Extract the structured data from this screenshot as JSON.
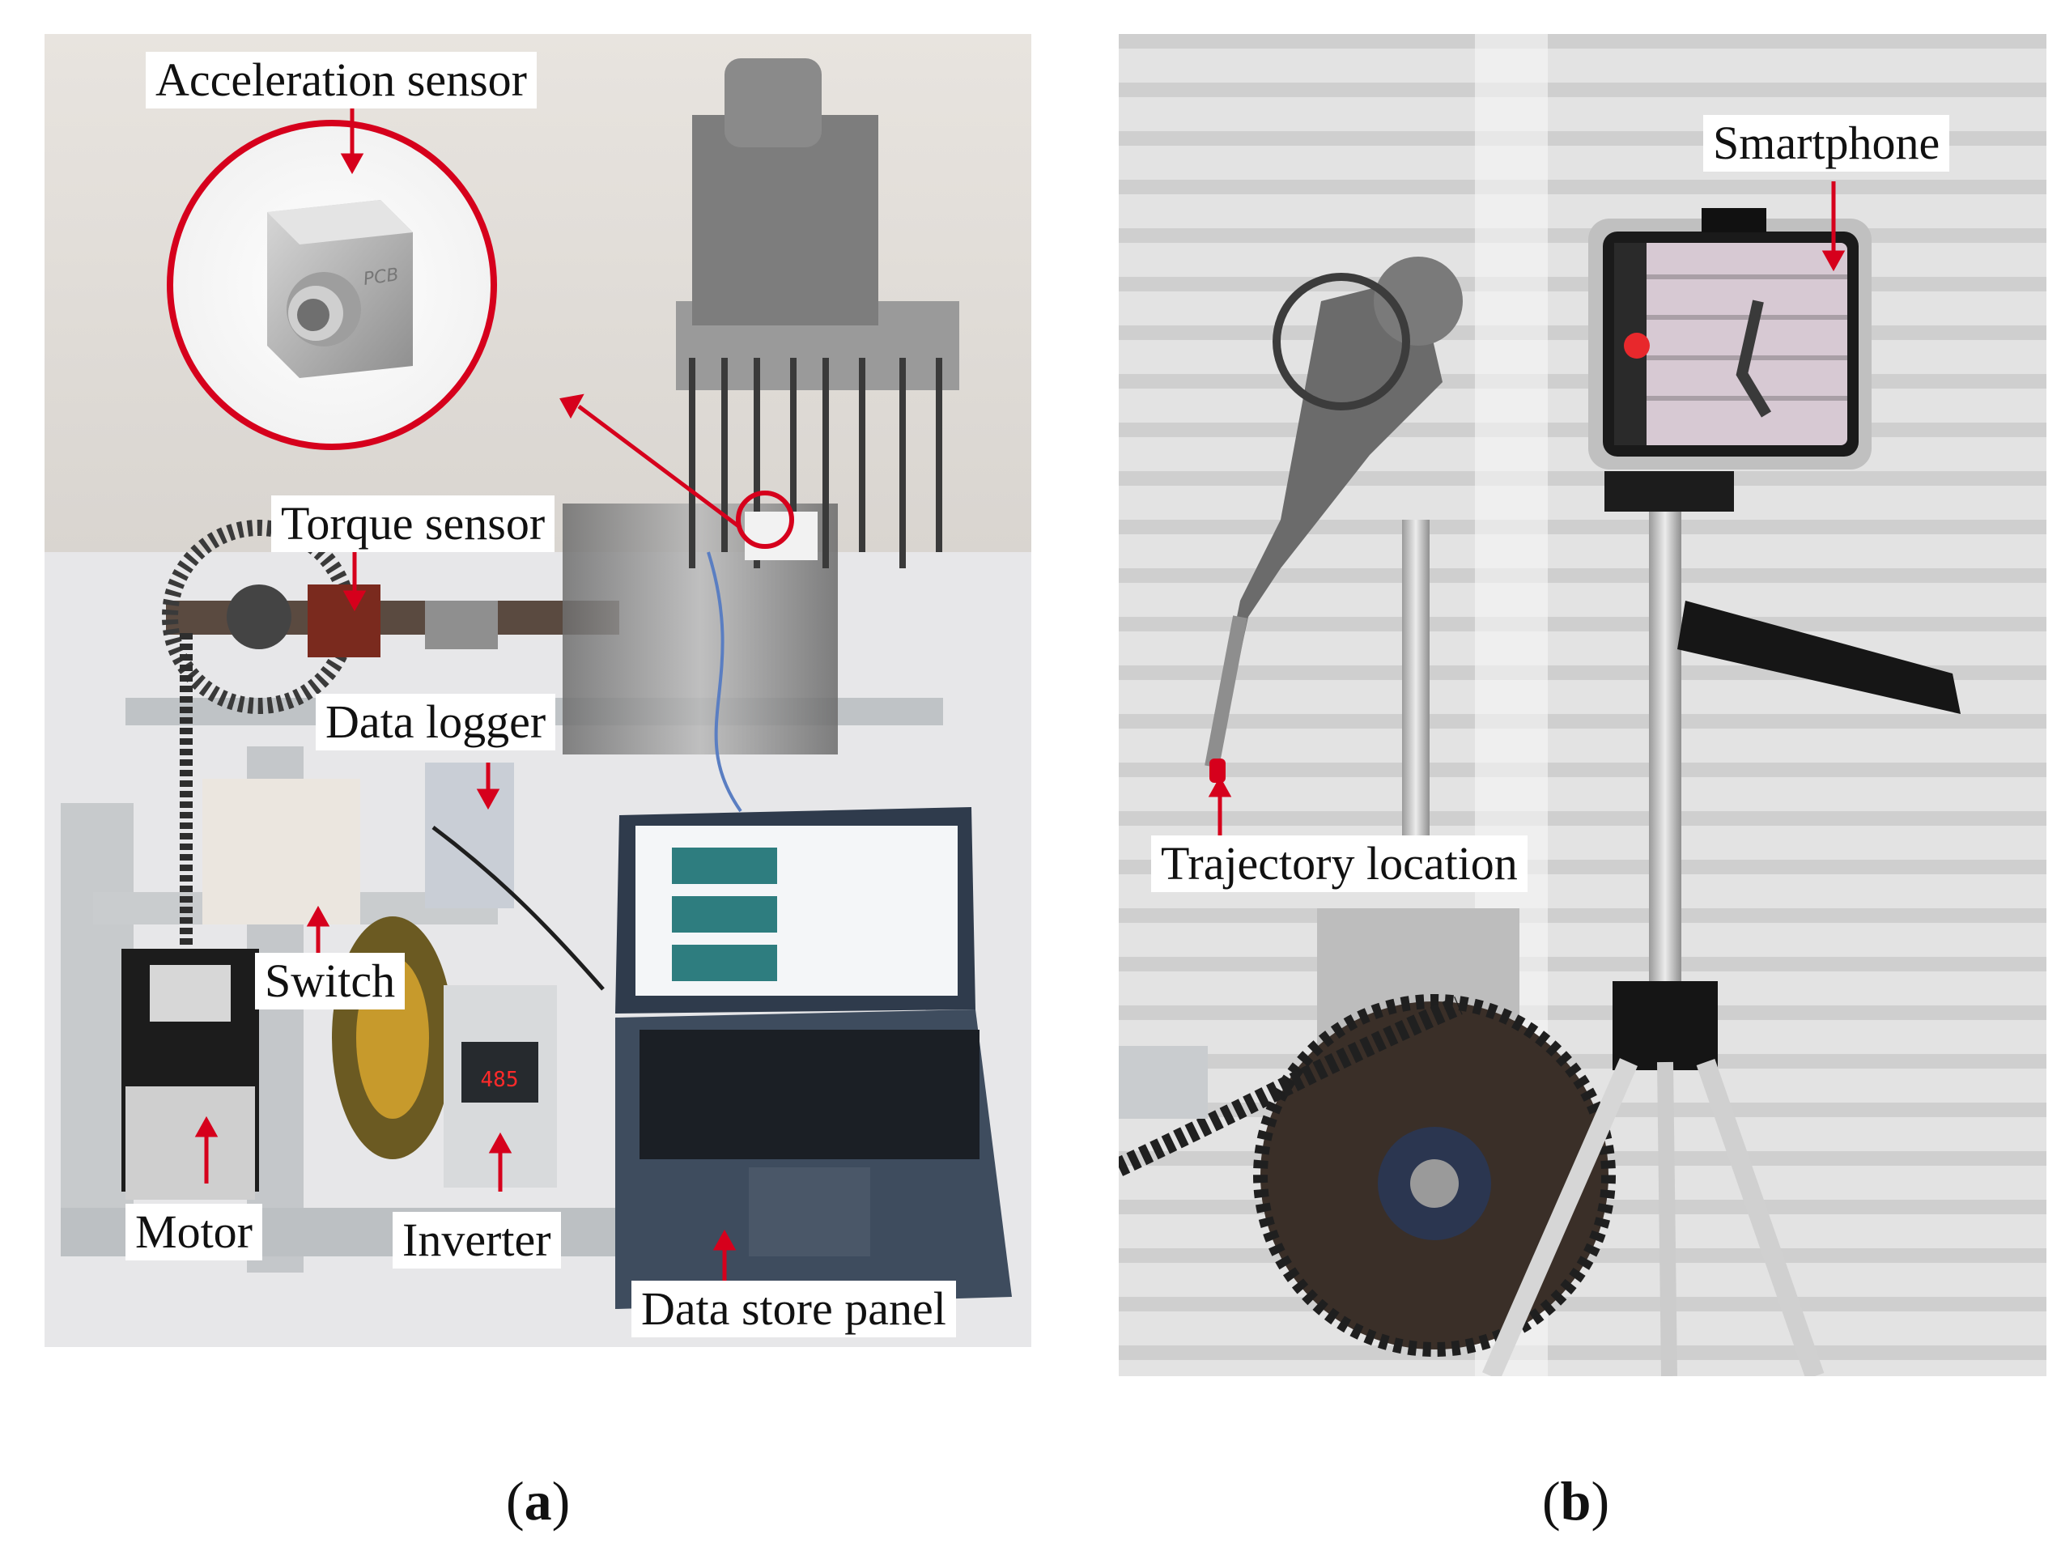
{
  "panel_a": {
    "labels": {
      "acceleration_sensor": "Acceleration sensor",
      "torque_sensor": "Torque sensor",
      "data_logger": "Data logger",
      "switch": "Switch",
      "motor": "Motor",
      "inverter": "Inverter",
      "data_store_panel": "Data store panel"
    },
    "sensor_brand": "PCB",
    "inverter_display": "485",
    "caption_letter": "a"
  },
  "panel_b": {
    "labels": {
      "smartphone": "Smartphone",
      "trajectory_location": "Trajectory location"
    },
    "caption_letter": "b"
  },
  "colors": {
    "annotation_red": "#d6001c",
    "metal": "#8a8a8a",
    "wall": "#e9e6e3"
  }
}
